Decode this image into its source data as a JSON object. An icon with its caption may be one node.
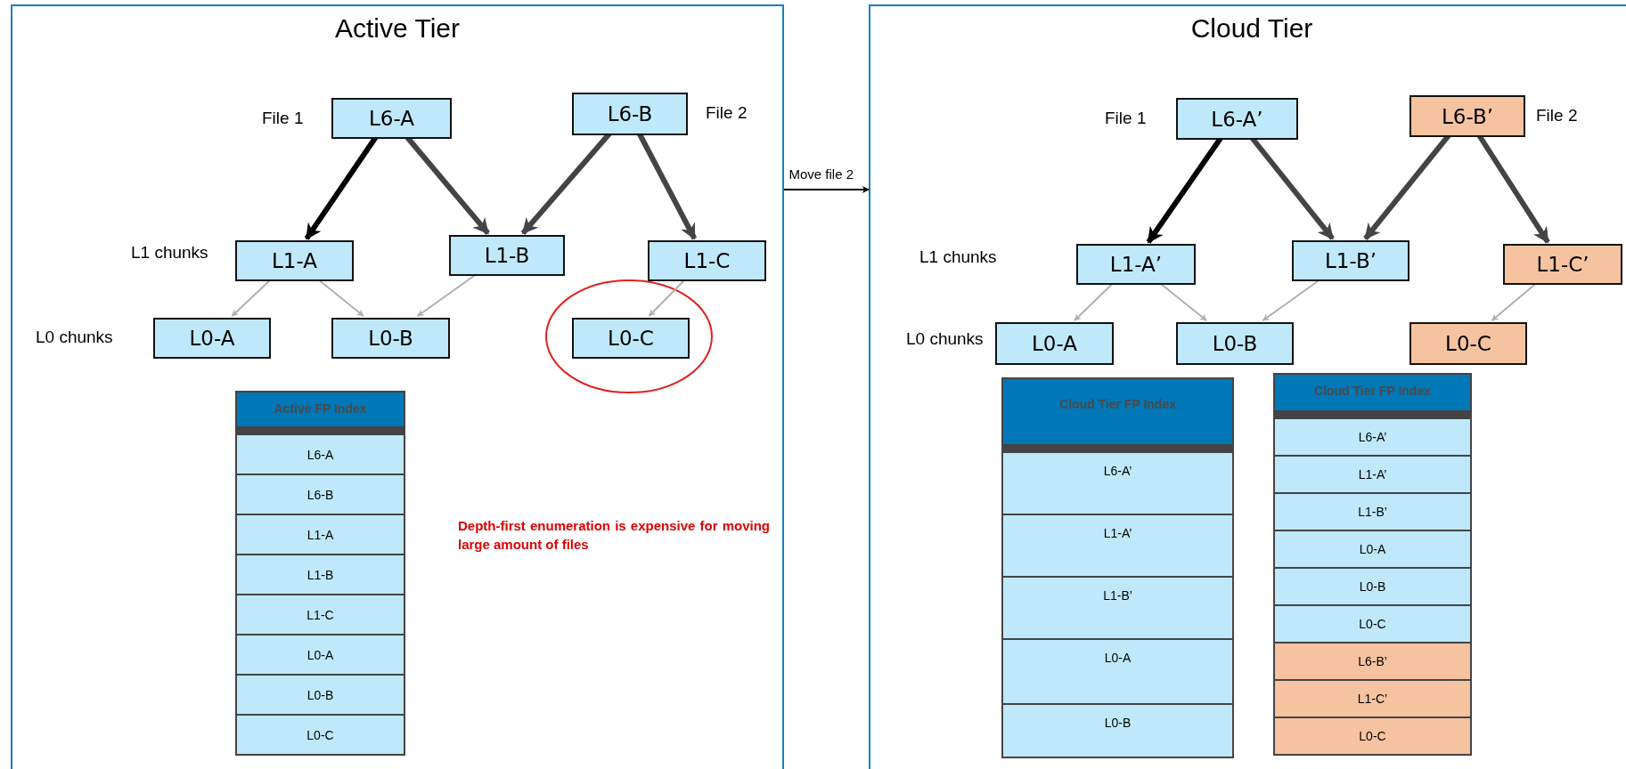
{
  "diagram": {
    "nodes": [
      {
        "text": [
          "Active Tier"
        ]
      },
      {
        "text": [
          "L6-A"
        ],
        "in": 0,
        "beside": [
          "File 1"
        ]
      },
      {
        "text": [
          "L6-B"
        ],
        "in": 0,
        "beside": [
          "File 2"
        ]
      },
      {
        "text": [
          "L1-A"
        ],
        "in": 0
      },
      {
        "text": [
          "L1-B"
        ],
        "in": 0
      },
      {
        "text": [
          "L1-C"
        ],
        "in": 0
      },
      {
        "text": [
          "L0-A"
        ],
        "in": 0
      },
      {
        "text": [
          "L0-B"
        ],
        "in": 0
      },
      {
        "text": [
          "L0-C"
        ],
        "in": 0
      },
      {
        "text": [
          "Cloud Tier"
        ]
      },
      {
        "text": [
          "L6-A’"
        ],
        "in": 9,
        "beside": [
          "File 1"
        ]
      },
      {
        "text": [
          "L6-B’"
        ],
        "in": 9,
        "beside": [
          "File 2"
        ]
      },
      {
        "text": [
          "L1-A’"
        ],
        "in": 9
      },
      {
        "text": [
          "L1-B’"
        ],
        "in": 9
      },
      {
        "text": [
          "L1-C’"
        ],
        "in": 9
      },
      {
        "text": [
          "L0-A"
        ],
        "in": 9
      },
      {
        "text": [
          "L0-B"
        ],
        "in": 9
      },
      {
        "text": [
          "L0-C"
        ],
        "in": 9
      }
    ],
    "edges": [
      {
        "from": 1,
        "to": 3,
        "arrow": "to",
        "style": "thick",
        "color": "#000000"
      },
      {
        "from": 1,
        "to": 4,
        "arrow": "to",
        "style": "thick",
        "color": "#444444"
      },
      {
        "from": 2,
        "to": 4,
        "arrow": "to",
        "style": "thick",
        "color": "#444444"
      },
      {
        "from": 2,
        "to": 5,
        "arrow": "to",
        "style": "thick",
        "color": "#444444"
      },
      {
        "from": 3,
        "to": 6,
        "arrow": "to"
      },
      {
        "from": 3,
        "to": 7,
        "arrow": "to"
      },
      {
        "from": 4,
        "to": 7,
        "arrow": "to"
      },
      {
        "from": 5,
        "to": 8,
        "arrow": "to"
      },
      {
        "from": 0,
        "to": 9,
        "arrow": "to",
        "label": "Move file 2",
        "color": "#000000"
      },
      {
        "from": 10,
        "to": 12,
        "arrow": "to",
        "style": "thick",
        "color": "#000000"
      },
      {
        "from": 10,
        "to": 13,
        "arrow": "to",
        "style": "thick",
        "color": "#444444"
      },
      {
        "from": 11,
        "to": 13,
        "arrow": "to",
        "style": "thick",
        "color": "#444444"
      },
      {
        "from": 11,
        "to": 14,
        "arrow": "to",
        "style": "thick",
        "color": "#444444"
      },
      {
        "from": 12,
        "to": 15,
        "arrow": "to"
      },
      {
        "from": 12,
        "to": 16,
        "arrow": "to"
      },
      {
        "from": 13,
        "to": 16,
        "arrow": "to"
      },
      {
        "from": 14,
        "to": 17,
        "arrow": "to"
      }
    ],
    "labels": [
      "L1 chunks",
      "L0 chunks",
      "Active FP Index",
      "L6-A",
      "L6-B",
      "L1-A",
      "L1-B",
      "L1-C",
      "L0-A",
      "L0-B",
      "L0-C",
      "Depth-first enumeration is expensive for moving large amount of files",
      "L1 chunks",
      "L0 chunks",
      "Cloud Tier FP Index",
      "L6-A’",
      "L1-A’",
      "L1-B’",
      "L0-A",
      "L0-B",
      "Cloud Tier FP Index",
      "L6-A’",
      "L1-A’",
      "L1-B’",
      "L0-A",
      "L0-B",
      "L0-C",
      "L6-B’",
      "L1-C’",
      "L0-C"
    ]
  }
}
